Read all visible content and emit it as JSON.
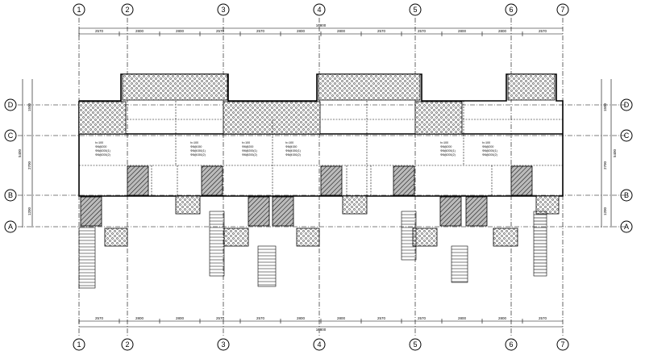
{
  "drawing": {
    "columns": [
      "1",
      "2",
      "3",
      "4",
      "5",
      "6",
      "7"
    ],
    "rows": [
      "D",
      "C",
      "B",
      "A"
    ],
    "top_spans": [
      "2570",
      "2800",
      "2800",
      "2570",
      "2570",
      "2800",
      "2800",
      "2570",
      "2570",
      "2800",
      "2800",
      "2570"
    ],
    "top_total": "16800",
    "bottom_spans": [
      "2570",
      "2800",
      "2800",
      "2570",
      "2570",
      "2800",
      "2800",
      "2570",
      "2570",
      "2800",
      "2800",
      "2570"
    ],
    "bottom_total": "16800",
    "left_spans": [
      "1500",
      "2700",
      "1200"
    ],
    "left_total": "5400",
    "right_spans": [
      "1500",
      "2700",
      "1200"
    ],
    "right_total": "5400",
    "slab_notes": [
      {
        "col": 0,
        "lines": [
          "h=100",
          "Ф8@200",
          "Ф8@200(1)",
          "Ф8@200(2)"
        ]
      },
      {
        "col": 1,
        "lines": [
          "h=100",
          "Ф8@150",
          "Ф8@150(1)",
          "Ф8@150(2)"
        ]
      },
      {
        "col": 2,
        "lines": [
          "h=100",
          "Ф8@200",
          "Ф8@200(1)",
          "Ф8@200(2)"
        ]
      },
      {
        "col": 3,
        "lines": [
          "h=100",
          "Ф8@150",
          "Ф8@150(1)",
          "Ф8@150(2)"
        ]
      },
      {
        "col": 4,
        "lines": [
          "h=100",
          "Ф8@200",
          "Ф8@200(1)",
          "Ф8@200(2)"
        ]
      },
      {
        "col": 5,
        "lines": [
          "h=100",
          "Ф8@200",
          "Ф8@200(1)",
          "Ф8@200(2)"
        ]
      }
    ]
  }
}
